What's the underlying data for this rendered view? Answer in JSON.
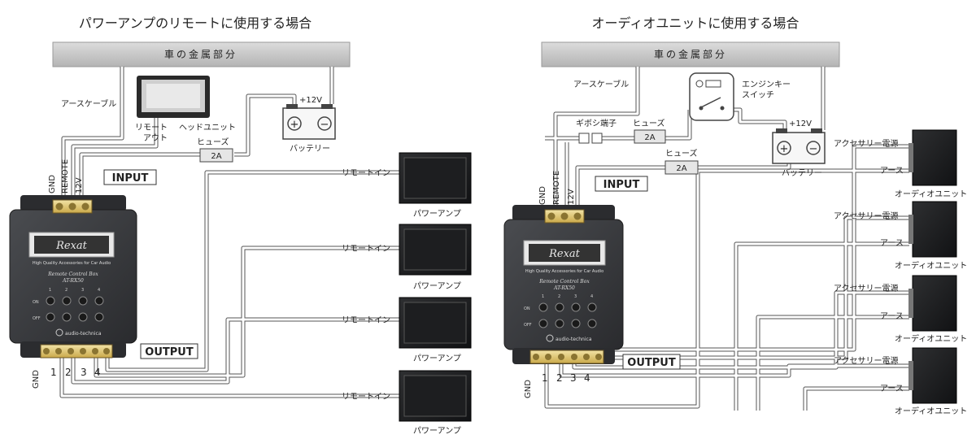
{
  "left": {
    "title": "パワーアンプのリモートに使用する場合",
    "metal_label": "車の金属部分",
    "ground_cable": "アースケーブル",
    "head_unit": "ヘッドユニット",
    "remote_out": [
      "リモート",
      "アウト"
    ],
    "plus12v": "+12V",
    "battery": "バッテリー",
    "fuse": "ヒューズ",
    "fuse_rating": "2A",
    "input_label": "INPUT",
    "output_label": "OUTPUT",
    "input_terminals": [
      "GND",
      "REMOTE",
      "12V"
    ],
    "output_gnd": "GND",
    "output_numbers": [
      "1",
      "2",
      "3",
      "4"
    ],
    "devices": [
      {
        "remote_in": "リモートイン",
        "name": "パワーアンプ"
      },
      {
        "remote_in": "リモートイン",
        "name": "パワーアンプ"
      },
      {
        "remote_in": "リモートイン",
        "name": "パワーアンプ"
      },
      {
        "remote_in": "リモートイン",
        "name": "パワーアンプ"
      }
    ]
  },
  "right": {
    "title": "オーディオユニットに使用する場合",
    "metal_label": "車の金属部分",
    "ground_cable": "アースケーブル",
    "key_switch": [
      "エンジンキー",
      "スイッチ"
    ],
    "plus12v": "+12V",
    "battery": "バッテリー",
    "fuse": "ヒューズ",
    "fuse_rating": "2A",
    "fuse2": "ヒューズ",
    "fuse2_rating": "2A",
    "gibosi": "ギボシ端子",
    "input_label": "INPUT",
    "output_label": "OUTPUT",
    "input_terminals": [
      "GND",
      "REMOTE",
      "12V"
    ],
    "output_gnd": "GND",
    "output_numbers": [
      "1",
      "2",
      "3",
      "4"
    ],
    "devices": [
      {
        "acc": "アクセサリー電源",
        "earth": "アース",
        "name": "オーディオユニット"
      },
      {
        "acc": "アクセサリー電源",
        "earth": "アース",
        "name": "オーディオユニット"
      },
      {
        "acc": "アクセサリー電源",
        "earth": "アース",
        "name": "オーディオユニット"
      },
      {
        "acc": "アクセサリー電源",
        "earth": "アース",
        "name": "オーディオユニット"
      }
    ]
  },
  "control_box": {
    "brand_logo": "Rexat",
    "tagline": "High Quality Accessories for Car Audio",
    "model_title": "Remote Control Box",
    "model": "AT-RX50",
    "on": "ON",
    "off": "OFF",
    "channels": [
      "1",
      "2",
      "3",
      "4"
    ],
    "maker": "audio-technica"
  }
}
